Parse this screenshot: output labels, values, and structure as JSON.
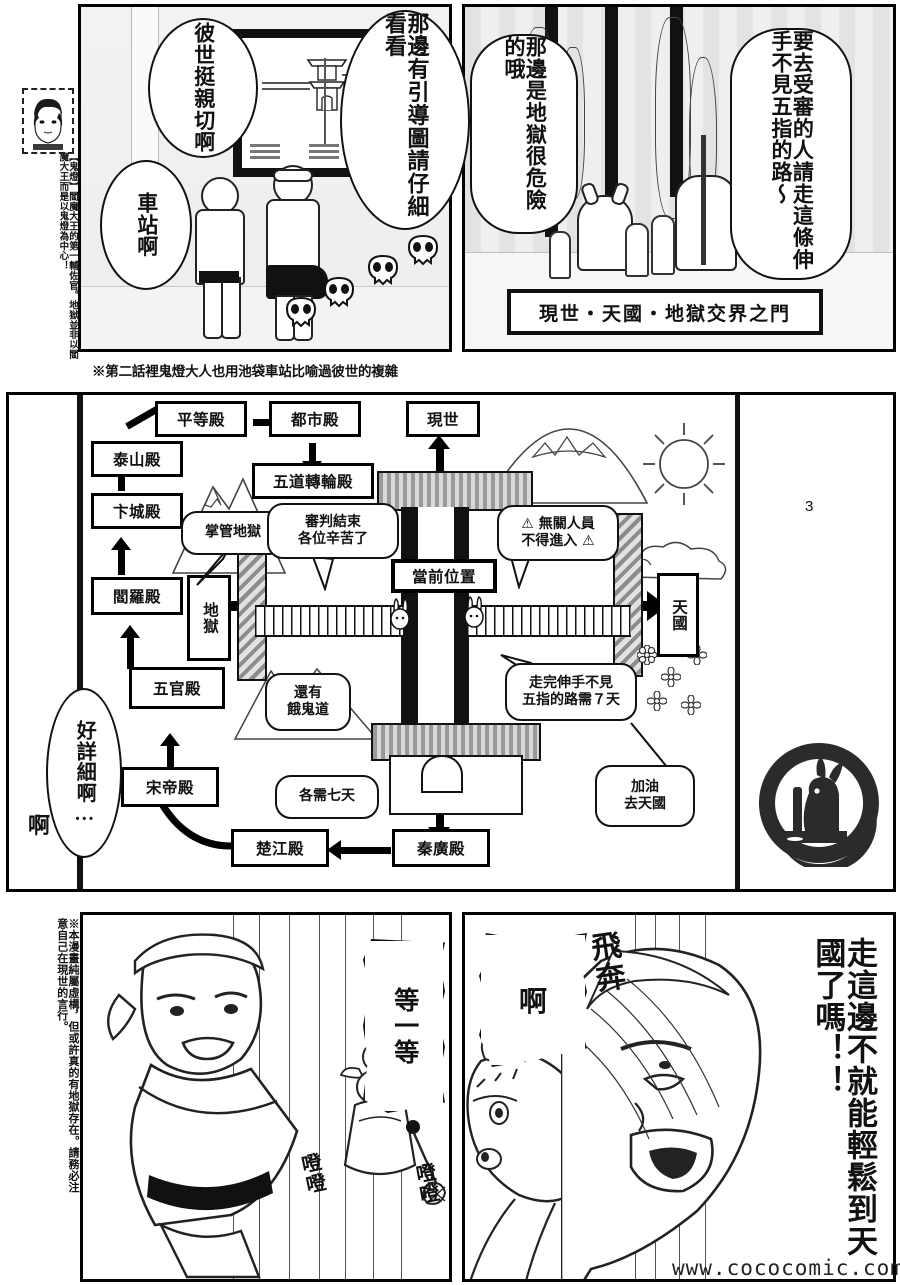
{
  "page": {
    "number": "3",
    "watermark": "www.cococomic.com"
  },
  "sidebar": {
    "character_note": "【鬼燈】閻魔大王的第一輔佐官。地獄並非以閻魔大王而是以鬼燈為中心！",
    "avatar_label": "hoozuki-portrait"
  },
  "panel_top_left": {
    "bubbles": [
      {
        "id": "bub-yonder-kind",
        "text": "彼世挺親切啊"
      },
      {
        "id": "bub-station",
        "text": "車站啊"
      },
      {
        "id": "bub-guide-map",
        "text": "那邊有引導圖請仔細看看"
      }
    ],
    "poster_caption_lines": [
      "",
      "",
      ""
    ],
    "footnote": "※第二話裡鬼燈大人也用池袋車站比喻過彼世的複雜"
  },
  "panel_top_right": {
    "bubbles": [
      {
        "id": "bub-hell-dangerous",
        "text": "那邊是地獄很危險的哦"
      },
      {
        "id": "bub-judgement-road",
        "text": "要去受審的人請走這條伸手不見五指的路～"
      }
    ],
    "signboard": "現世・天國・地獄交界之門"
  },
  "panel_diagram": {
    "boxes": [
      {
        "id": "box-pingdeng",
        "text": "平等殿"
      },
      {
        "id": "box-dushi",
        "text": "都市殿"
      },
      {
        "id": "box-xianshi",
        "text": "現世"
      },
      {
        "id": "box-taishan",
        "text": "泰山殿"
      },
      {
        "id": "box-wudaozhuanlun",
        "text": "五道轉輪殿"
      },
      {
        "id": "box-biancheng",
        "text": "卞城殿"
      },
      {
        "id": "box-yanluo",
        "text": "閻羅殿"
      },
      {
        "id": "box-diyu",
        "text": "地獄"
      },
      {
        "id": "box-dangqianweizhi",
        "text": "當前位置"
      },
      {
        "id": "box-tianguo",
        "text": "天國"
      },
      {
        "id": "box-wuguan",
        "text": "五官殿"
      },
      {
        "id": "box-songdi",
        "text": "宋帝殿"
      },
      {
        "id": "box-chujiang",
        "text": "楚江殿"
      },
      {
        "id": "box-qinguang",
        "text": "秦廣殿"
      }
    ],
    "callouts": [
      {
        "id": "callout-manage-hell",
        "text": "掌管地獄"
      },
      {
        "id": "callout-judgement-done",
        "text": "審判結束\n各位辛苦了"
      },
      {
        "id": "callout-no-entry",
        "text": "⚠ 無關人員\n不得進入 ⚠"
      },
      {
        "id": "callout-hungry-ghost",
        "text": "還有\n餓鬼道"
      },
      {
        "id": "callout-seven-days-each",
        "text": "各需七天"
      },
      {
        "id": "callout-seven-day-road",
        "text": "走完伸手不見\n五指的路需７天"
      },
      {
        "id": "callout-good-luck-heaven",
        "text": "加油\n去天國"
      },
      {
        "id": "callout-so-detailed",
        "text": "好詳細啊…"
      },
      {
        "id": "callout-ah",
        "text": "啊"
      }
    ],
    "logo": "rabbit-in-moon-logo"
  },
  "panel_bottom_left": {
    "disclaimer": "※本漫畫純屬虛構，但或許真的有地獄存在。請務必注意自己在現世的言行。",
    "bubble": "等一等",
    "sfx": [
      {
        "id": "sfx-bell-1",
        "text": "噔噔"
      },
      {
        "id": "sfx-bell-2",
        "text": "噔噔"
      }
    ]
  },
  "panel_bottom_right": {
    "bubble": "啊",
    "sfx": [
      {
        "id": "sfx-dash",
        "text": "飛奔"
      }
    ],
    "shout": "走這邊不就能輕鬆到天國了嗎！！"
  }
}
